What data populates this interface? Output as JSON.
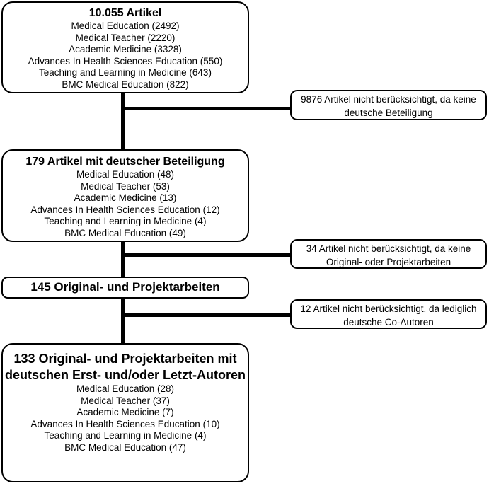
{
  "colors": {
    "line": "#000000",
    "border": "#000000",
    "text": "#000000",
    "background": "#ffffff"
  },
  "flow": {
    "box_total": {
      "title": "10.055 Artikel",
      "items": [
        "Medical Education (2492)",
        "Medical Teacher (2220)",
        "Academic Medicine (3328)",
        "Advances In Health Sciences Education (550)",
        "Teaching and Learning in Medicine (643)",
        "BMC Medical Education (822)"
      ]
    },
    "box_german": {
      "title": "179 Artikel mit deutscher Beteiligung",
      "items": [
        "Medical Education (48)",
        "Medical Teacher (53)",
        "Academic Medicine (13)",
        "Advances In Health Sciences Education (12)",
        "Teaching and Learning in Medicine (4)",
        "BMC Medical Education (49)"
      ]
    },
    "box_original": {
      "title": "145 Original- und Projektarbeiten"
    },
    "box_authors": {
      "title": "133 Original- und Projektarbeiten mit deutschen Erst- und/oder Letzt-Autoren",
      "items": [
        "Medical Education (28)",
        "Medical Teacher (37)",
        "Academic Medicine (7)",
        "Advances In Health Sciences Education (10)",
        "Teaching and Learning in Medicine (4)",
        "BMC Medical Education (47)"
      ]
    },
    "exclusion_1": {
      "text": "9876 Artikel nicht berücksichtigt, da keine deutsche Beteiligung"
    },
    "exclusion_2": {
      "text": "34 Artikel nicht berücksichtigt, da keine Original- oder Projektarbeiten"
    },
    "exclusion_3": {
      "text": "12 Artikel nicht berücksichtigt, da lediglich deutsche Co-Autoren"
    }
  }
}
